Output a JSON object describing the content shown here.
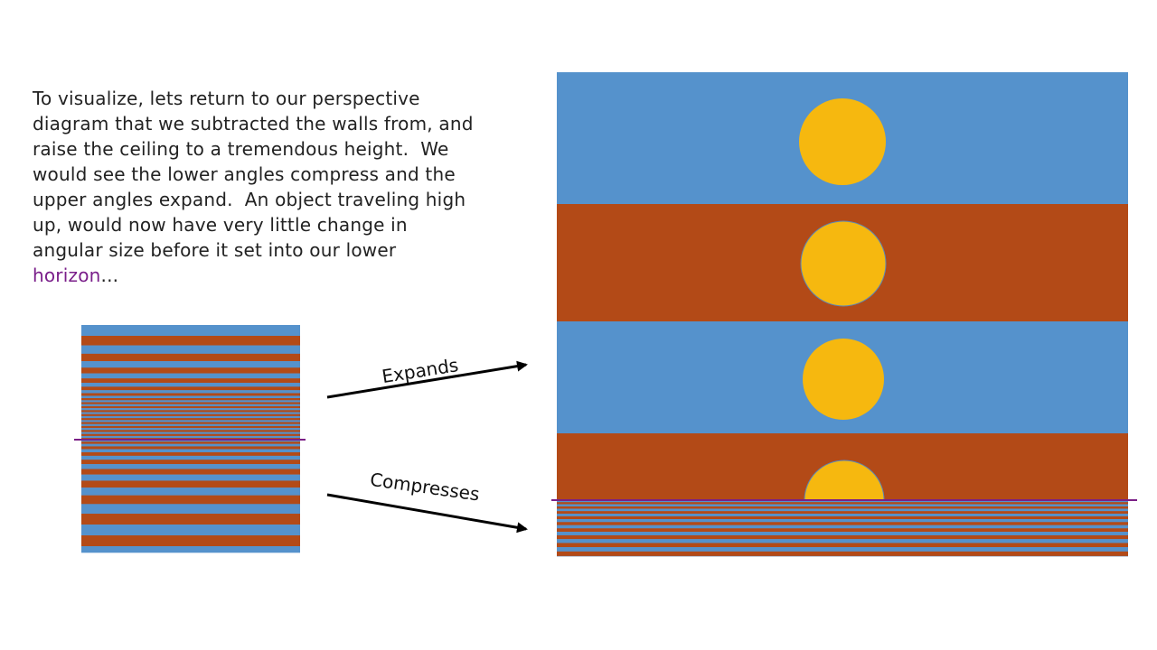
{
  "slide": {
    "text": "To visualize, lets return to our perspective\ndiagram that we subtracted the walls from, and\nraise the ceiling to a tremendous height.  We\nwould see the lower angles compress and the\nupper angles expand.  An object traveling high\nup, would now have very little change in\nangular size before it set into our lower\n",
    "text_highlight": "horizon",
    "text_end": "..."
  },
  "labels": {
    "expands": "Expands",
    "compresses": "Compresses"
  },
  "colors": {
    "blue": "#5592cc",
    "orange": "#b34a17",
    "sun": "#f6b80f",
    "horizon": "#7b1f86",
    "arrow": "#000000"
  }
}
